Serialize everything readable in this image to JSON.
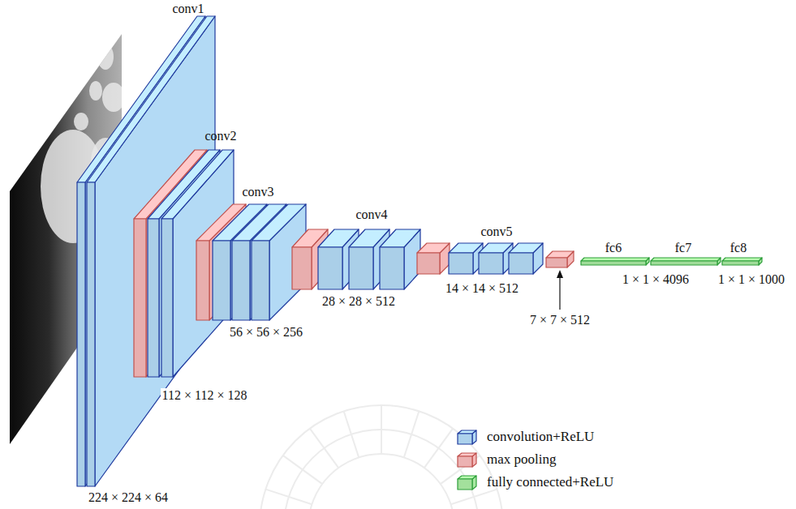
{
  "diagram": {
    "labels": [
      "conv1",
      "conv2",
      "conv3",
      "conv4",
      "conv5",
      "fc6",
      "fc7",
      "fc8",
      "224 × 224 × 64",
      "112 × 112 × 128",
      "56 × 56 × 256",
      "28 × 28 × 512",
      "14 × 14 × 512",
      "7 × 7 × 512",
      "1 × 1 × 4096",
      "1 × 1 × 1000"
    ],
    "legend": [
      {
        "text": "convolution+ReLU",
        "color": "#b3daf5"
      },
      {
        "text": "max pooling",
        "color": "#f5b8b8"
      },
      {
        "text": "fully connected+ReLU",
        "color": "#a9e8a2"
      }
    ]
  }
}
